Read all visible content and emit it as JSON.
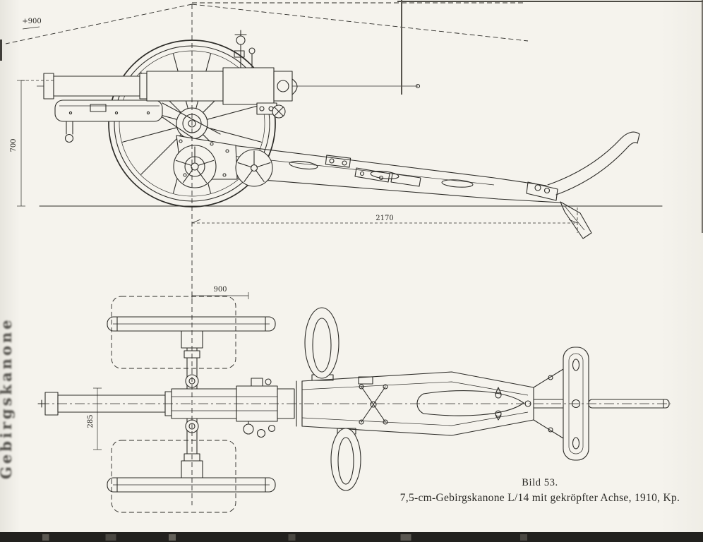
{
  "colors": {
    "paper": "#f5f3ed",
    "ink": "#2d2c28"
  },
  "figure": {
    "number": "Bild 53.",
    "caption": "7,5-cm-Gebirgskanone L/14 mit gekröpfter Achse, 1910, Kp."
  },
  "side_view": {
    "dim_top_left": "+900",
    "dim_left_vertical": "700",
    "dim_bottom_length": "2170"
  },
  "plan_view": {
    "dim_top": "900",
    "dim_left_vertical": "285"
  },
  "artifacts": {
    "spine_bleed_text": "Gebirgskanone"
  }
}
